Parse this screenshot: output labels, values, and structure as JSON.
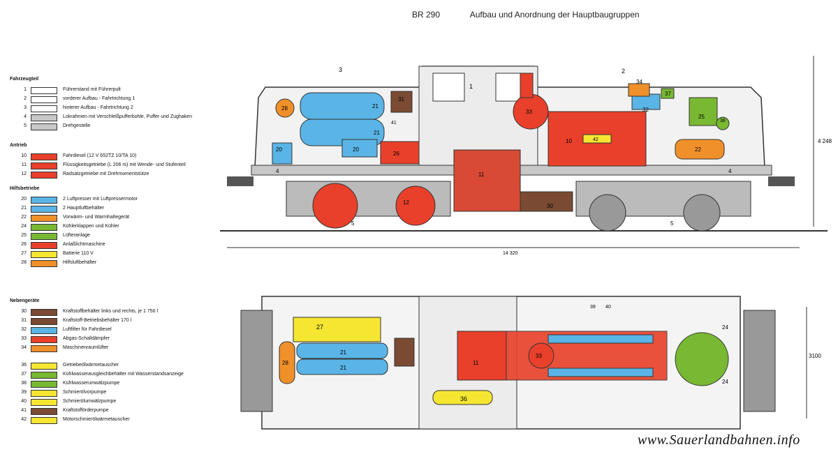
{
  "title": {
    "code": "BR 290",
    "text": "Aufbau und Anordnung der Hauptbaugruppen"
  },
  "legend": {
    "sections": [
      {
        "title": "Fahrzeugteil",
        "items": [
          {
            "num": "1",
            "label": "Führerstand mit Führerpult",
            "color": "#ffffff"
          },
          {
            "num": "2",
            "label": "vorderer Aufbau - Fahrtrichtung 1",
            "color": "#ffffff"
          },
          {
            "num": "3",
            "label": "hinterer Aufbau - Fahrtrichtung 2",
            "color": "#ffffff"
          },
          {
            "num": "4",
            "label": "Lokrahmen mit Verschleißpufferbohle, Puffer und Zughaken",
            "color": "#c8c8c8"
          },
          {
            "num": "5",
            "label": "Drehgestelle",
            "color": "#c8c8c8"
          }
        ]
      },
      {
        "title": "Antrieb",
        "items": [
          {
            "num": "10",
            "label": "Fahrdiesel (12 V 652TZ 10/TA 10)",
            "color": "#e8402a"
          },
          {
            "num": "11",
            "label": "Flüssigkeitsgetriebe (L 206 rs) mit Wende- und Stufenteil",
            "color": "#e8402a"
          },
          {
            "num": "12",
            "label": "Radsatzgetriebe mit Drehmomentstütze",
            "color": "#e8402a"
          }
        ]
      },
      {
        "title": "Hilfsbetriebe",
        "items": [
          {
            "num": "20",
            "label": "2 Luftpresser mit Luftpressermotor",
            "color": "#5ab4e6"
          },
          {
            "num": "21",
            "label": "2 Hauptluftbehälter",
            "color": "#5ab4e6"
          },
          {
            "num": "22",
            "label": "Vorwärm- und Warmhaltegerät",
            "color": "#f0902a"
          },
          {
            "num": "24",
            "label": "Kühlerklappen und Kühler",
            "color": "#78b832"
          },
          {
            "num": "25",
            "label": "Lüfteranlage",
            "color": "#78b832"
          },
          {
            "num": "26",
            "label": "Anlaßlichtmaschine",
            "color": "#e8402a"
          },
          {
            "num": "27",
            "label": "Batterie 110 V",
            "color": "#f5e632"
          },
          {
            "num": "28",
            "label": "Hilfsluftbehälter",
            "color": "#f0902a"
          }
        ]
      },
      {
        "title": "Nebengeräte",
        "items": [
          {
            "num": "30",
            "label": "Kraftstoffbehälter links und rechts, je 1 750 l",
            "color": "#7a4a32"
          },
          {
            "num": "31",
            "label": "Kraftstoff-Betriebsbehälter 170 l",
            "color": "#7a4a32"
          },
          {
            "num": "32",
            "label": "Luftfilter für Fahrdiesel",
            "color": "#5ab4e6"
          },
          {
            "num": "33",
            "label": "Abgas-Schalldämpfer",
            "color": "#e8402a"
          },
          {
            "num": "34",
            "label": "Maschinenraumlüfter",
            "color": "#f0902a"
          },
          {
            "num": "36",
            "label": "Getriebeölwärmetauscher",
            "color": "#f5e632"
          },
          {
            "num": "37",
            "label": "Kühlwasserausgleichbehälter mit Wasserstandsanzeige",
            "color": "#78b832"
          },
          {
            "num": "38",
            "label": "Kühlwasserumwälzpumpe",
            "color": "#78b832"
          },
          {
            "num": "39",
            "label": "Schmierölvorpumpe",
            "color": "#f5e632"
          },
          {
            "num": "40",
            "label": "Schmierölumwälzpumpe",
            "color": "#f5e632"
          },
          {
            "num": "41",
            "label": "Kraftstofförderpumpe",
            "color": "#7a4a32"
          },
          {
            "num": "42",
            "label": "Motorschmierölwärmetauscher",
            "color": "#f5e632"
          }
        ]
      }
    ]
  },
  "side_view": {
    "callouts": [
      "3",
      "2",
      "1",
      "34",
      "37",
      "28",
      "21",
      "31",
      "33",
      "32",
      "25",
      "38",
      "41",
      "20",
      "20",
      "21",
      "26",
      "10",
      "42",
      "22",
      "4",
      "4",
      "11",
      "12",
      "30",
      "5",
      "5"
    ],
    "dim_length": "14 320",
    "dim_height": "4 248"
  },
  "top_view": {
    "callouts": [
      "27",
      "21",
      "21",
      "28",
      "11",
      "33",
      "24",
      "24",
      "36",
      "39",
      "40"
    ],
    "dim_width": "3100"
  },
  "watermark": "www.Sauerlandbahnen.info",
  "colors": {
    "red": "#e8402a",
    "blue": "#5ab4e6",
    "orange": "#f0902a",
    "green": "#78b832",
    "yellow": "#f5e632",
    "brown": "#7a4a32",
    "grey": "#c8c8c8"
  }
}
